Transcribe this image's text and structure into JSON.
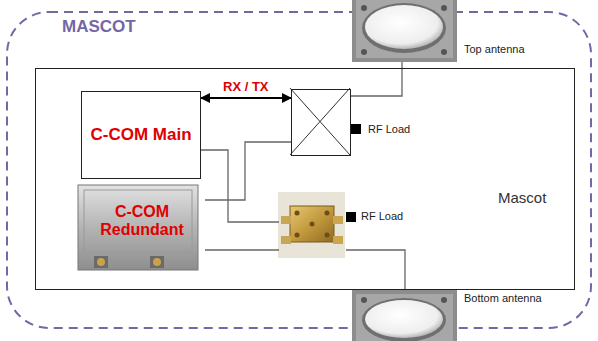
{
  "diagram": {
    "nodes": [
      {
        "text": [
          "MASCOT"
        ]
      },
      {
        "text": [
          "Mascot"
        ],
        "in": 0
      },
      {
        "text": [
          "C-COM Main"
        ],
        "in": 1
      },
      {
        "text": [
          "C-COM Redundant"
        ],
        "in": 1
      },
      {
        "text": [
          "RF Load"
        ],
        "in": 1
      },
      {
        "text": [
          "RF Load"
        ],
        "in": 1
      },
      {
        "text": [
          "Top antenna"
        ],
        "in": 0
      },
      {
        "text": [
          "Bottom antenna"
        ],
        "in": 0
      }
    ],
    "edges": [
      {
        "from": 2,
        "to": 4,
        "label": "RX / TX",
        "arrow": "both"
      },
      {
        "from": 4,
        "to": 6,
        "arrow": "none"
      },
      {
        "from": 3,
        "to": 4,
        "arrow": "none"
      },
      {
        "from": 2,
        "to": 5,
        "arrow": "none"
      },
      {
        "from": 3,
        "to": 5,
        "arrow": "none"
      },
      {
        "from": 5,
        "to": 7,
        "arrow": "none"
      }
    ]
  }
}
